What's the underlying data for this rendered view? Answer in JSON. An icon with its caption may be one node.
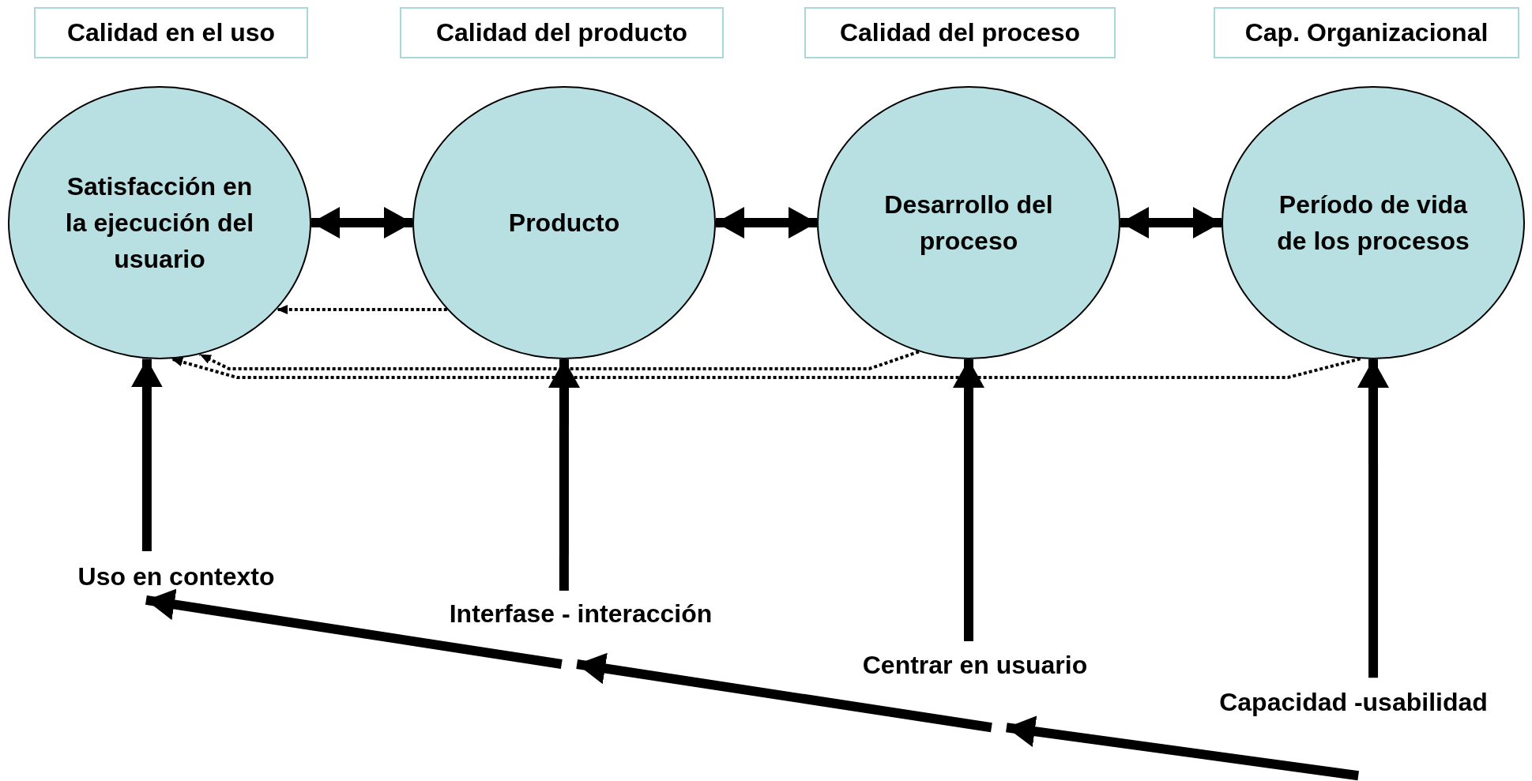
{
  "diagram": {
    "nodes": [
      {
        "text": [
          "Calidad en el uso"
        ]
      },
      {
        "text": [
          "Calidad del producto"
        ]
      },
      {
        "text": [
          "Calidad del proceso"
        ]
      },
      {
        "text": [
          "Cap. Organizacional"
        ]
      },
      {
        "text": [
          "Satisfacción en la ejecución del usuario"
        ]
      },
      {
        "text": [
          "Producto"
        ]
      },
      {
        "text": [
          "Desarrollo del proceso"
        ]
      },
      {
        "text": [
          "Período de vida de los procesos"
        ]
      },
      {
        "text": [
          "Uso en contexto"
        ]
      },
      {
        "text": [
          "Interfase - interacción"
        ]
      },
      {
        "text": [
          "Centrar en usuario"
        ]
      },
      {
        "text": [
          "Capacidad -usabilidad"
        ]
      }
    ],
    "edges": [
      {
        "from": 4,
        "to": 5,
        "arrow": "both"
      },
      {
        "from": 5,
        "to": 6,
        "arrow": "both"
      },
      {
        "from": 6,
        "to": 7,
        "arrow": "both"
      },
      {
        "from": 5,
        "to": 4,
        "arrow": "to",
        "style": "dashed"
      },
      {
        "from": 6,
        "to": 4,
        "arrow": "to",
        "style": "dashed"
      },
      {
        "from": 7,
        "to": 4,
        "arrow": "to",
        "style": "dashed"
      },
      {
        "from": 8,
        "to": 4,
        "arrow": "to"
      },
      {
        "from": 9,
        "to": 5,
        "arrow": "to"
      },
      {
        "from": 10,
        "to": 6,
        "arrow": "to"
      },
      {
        "from": 11,
        "to": 7,
        "arrow": "to"
      },
      {
        "from": 11,
        "to": 10,
        "arrow": "to"
      },
      {
        "from": 10,
        "to": 9,
        "arrow": "to"
      },
      {
        "from": 9,
        "to": 8,
        "arrow": "to"
      }
    ]
  }
}
